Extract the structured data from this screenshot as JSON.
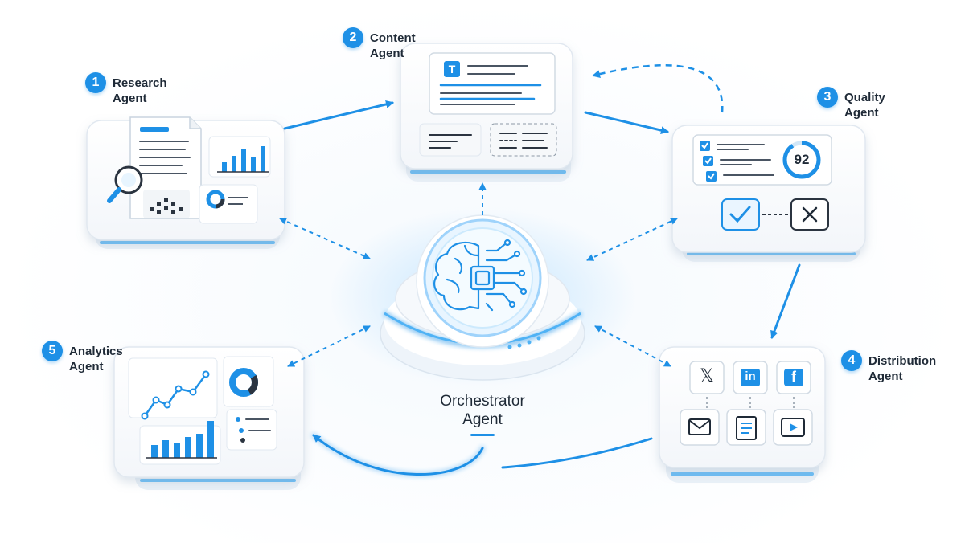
{
  "agents": [
    {
      "number": "1",
      "line1": "Research",
      "line2": "Agent"
    },
    {
      "number": "2",
      "line1": "Content",
      "line2": "Agent"
    },
    {
      "number": "3",
      "line1": "Quality",
      "line2": "Agent"
    },
    {
      "number": "4",
      "line1": "Distribution",
      "line2": "Agent"
    },
    {
      "number": "5",
      "line1": "Analytics",
      "line2": "Agent"
    }
  ],
  "orchestrator": {
    "line1": "Orchestrator",
    "line2": "Agent"
  },
  "quality": {
    "score": "92"
  },
  "content": {
    "doc_icon_letter": "T"
  },
  "distribution": {
    "icons": [
      "x-icon",
      "linkedin-icon",
      "facebook-icon",
      "mail-icon",
      "document-icon",
      "video-icon"
    ],
    "x_glyph": "𝕏",
    "linkedin_glyph": "in",
    "facebook_glyph": "f"
  },
  "colors": {
    "accent": "#1e90e6",
    "dark": "#1f2a37",
    "panel": "#f5f7fa"
  }
}
